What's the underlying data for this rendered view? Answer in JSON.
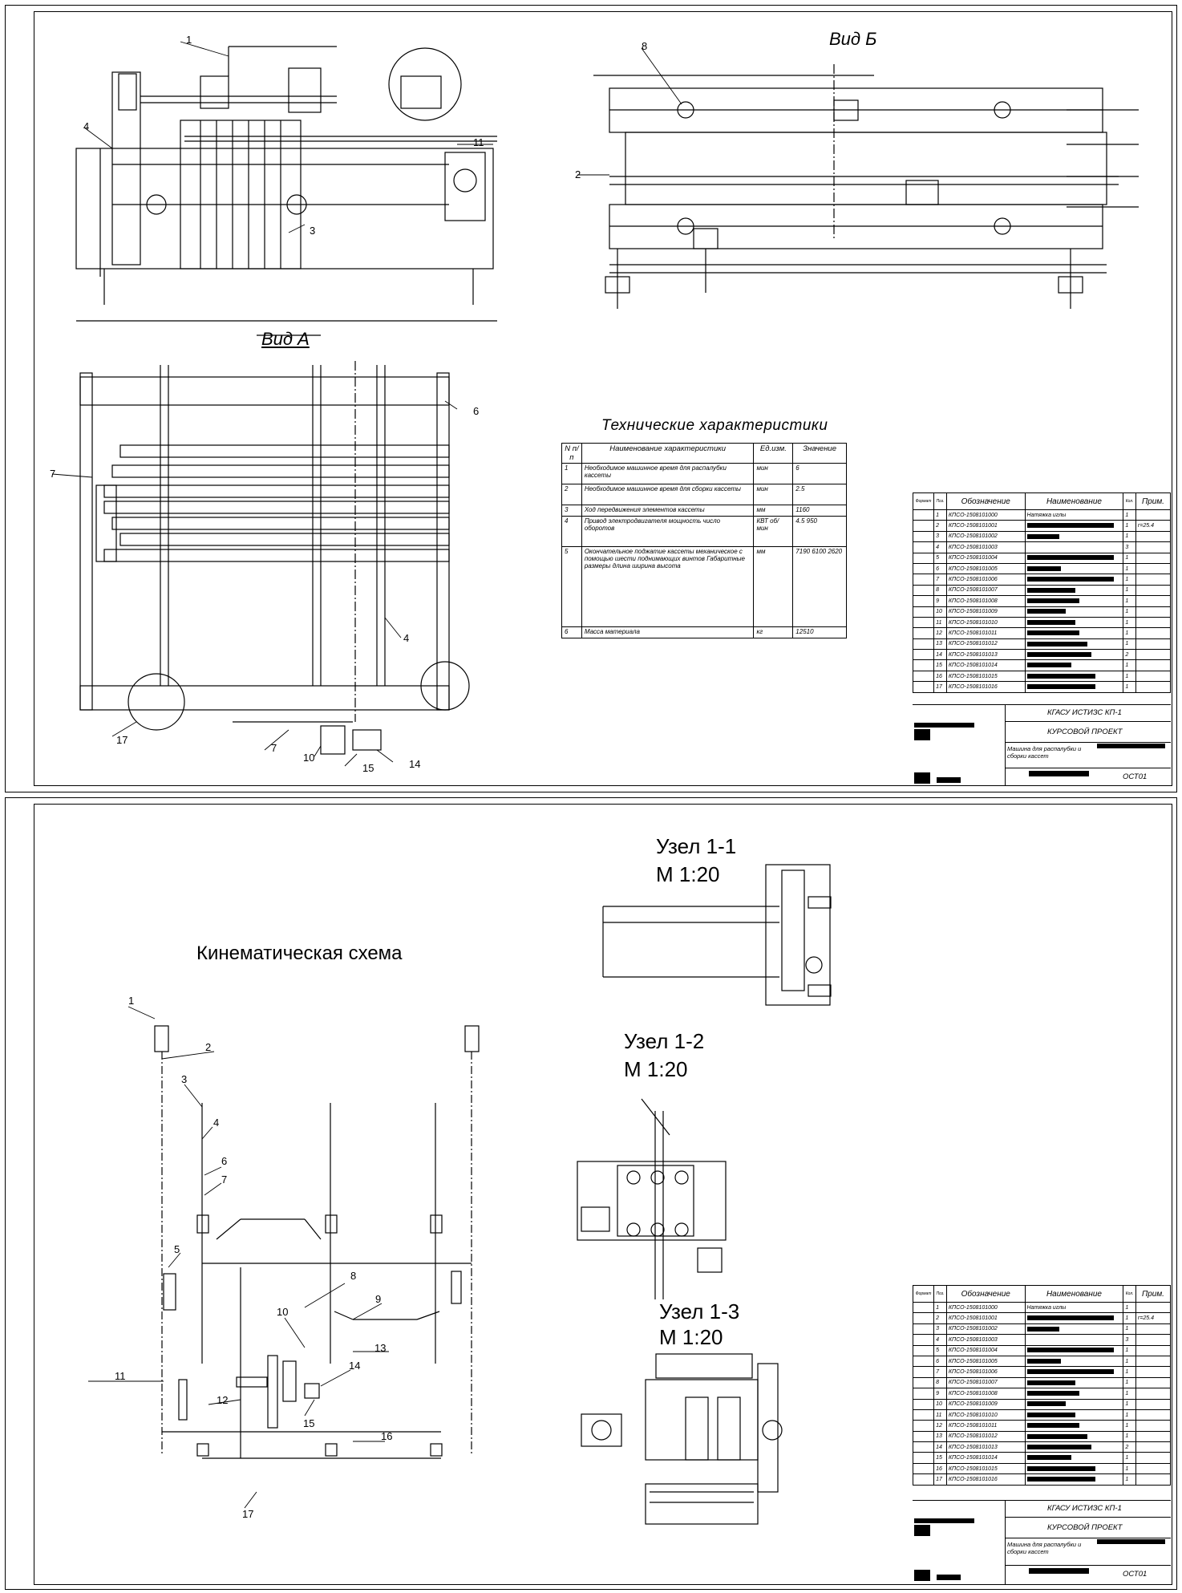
{
  "sheet1": {
    "view_a_title": "Вид А",
    "view_b_title": "Вид Б",
    "tech_title": "Технические характеристики",
    "tech_headers": [
      "N п/п",
      "Наименование характеристики",
      "Ед.изм.",
      "Значение"
    ],
    "tech_rows": [
      {
        "n": "1",
        "name": "Необходимое машинное время для распалубки кассеты",
        "unit": "мин",
        "value": "6"
      },
      {
        "n": "2",
        "name": "Необходимое машинное время для сборки кассеты",
        "unit": "мин",
        "value": "2.5"
      },
      {
        "n": "3",
        "name": "Ход передвижения элементов кассеты",
        "unit": "мм",
        "value": "1160"
      },
      {
        "n": "4",
        "name": "Привод электродвигателя мощность число оборотов",
        "unit": "КВТ об/мин",
        "value": "4.5 950"
      },
      {
        "n": "5",
        "name": "Окончательное поджатие кассеты механическое с помощью шести поднимающих винтов Габаритные размеры длина ширина высота",
        "unit": "мм",
        "value": "7190 6100 2620"
      },
      {
        "n": "6",
        "name": "Масса материала",
        "unit": "кг",
        "value": "12510"
      }
    ],
    "callouts": [
      "1",
      "4",
      "11",
      "3",
      "8",
      "2",
      "6",
      "7",
      "4",
      "17",
      "7",
      "10",
      "15",
      "14"
    ]
  },
  "sheet2": {
    "kinematic_title": "Кинематическая схема",
    "node1_title": "Узел 1-1",
    "node1_scale": "М 1:20",
    "node2_title": "Узел 1-2",
    "node2_scale": "М 1:20",
    "node3_title": "Узел 1-3",
    "node3_scale": "М 1:20",
    "callouts": [
      "1",
      "2",
      "3",
      "4",
      "6",
      "7",
      "5",
      "8",
      "9",
      "10",
      "13",
      "11",
      "12",
      "14",
      "15",
      "16",
      "17"
    ]
  },
  "spec": {
    "headers": {
      "format": "Формат",
      "pos": "Поз.",
      "designation": "Обозначение",
      "name": "Наименование",
      "qty": "Кол.",
      "note": "Прим."
    },
    "rows": [
      {
        "pos": "1",
        "designation": "КПСО-1508101000",
        "name": "Натяжка иглы",
        "qty": "1",
        "note": ""
      },
      {
        "pos": "2",
        "designation": "КПСО-1508101001",
        "name": "",
        "qty": "1",
        "note": "r=25.4"
      },
      {
        "pos": "3",
        "designation": "КПСО-1508101002",
        "name": "",
        "qty": "1",
        "note": ""
      },
      {
        "pos": "4",
        "designation": "КПСО-1508101003",
        "name": "",
        "qty": "3",
        "note": ""
      },
      {
        "pos": "5",
        "designation": "КПСО-1508101004",
        "name": "",
        "qty": "1",
        "note": ""
      },
      {
        "pos": "6",
        "designation": "КПСО-1508101005",
        "name": "",
        "qty": "1",
        "note": ""
      },
      {
        "pos": "7",
        "designation": "КПСО-1508101006",
        "name": "",
        "qty": "1",
        "note": ""
      },
      {
        "pos": "8",
        "designation": "КПСО-1508101007",
        "name": "",
        "qty": "1",
        "note": ""
      },
      {
        "pos": "9",
        "designation": "КПСО-1508101008",
        "name": "",
        "qty": "1",
        "note": ""
      },
      {
        "pos": "10",
        "designation": "КПСО-1508101009",
        "name": "",
        "qty": "1",
        "note": ""
      },
      {
        "pos": "11",
        "designation": "КПСО-1508101010",
        "name": "",
        "qty": "1",
        "note": ""
      },
      {
        "pos": "12",
        "designation": "КПСО-1508101011",
        "name": "",
        "qty": "1",
        "note": ""
      },
      {
        "pos": "13",
        "designation": "КПСО-1508101012",
        "name": "",
        "qty": "1",
        "note": ""
      },
      {
        "pos": "14",
        "designation": "КПСО-1508101013",
        "name": "",
        "qty": "2",
        "note": ""
      },
      {
        "pos": "15",
        "designation": "КПСО-1508101014",
        "name": "",
        "qty": "1",
        "note": ""
      },
      {
        "pos": "16",
        "designation": "КПСО-1508101015",
        "name": "",
        "qty": "1",
        "note": ""
      },
      {
        "pos": "17",
        "designation": "КПСО-1508101016",
        "name": "",
        "qty": "1",
        "note": ""
      }
    ]
  },
  "stamp": {
    "org": "КГАСУ ИСТИЗС КП-1",
    "project": "КУРСОВОЙ ПРОЕКТ",
    "title": "Машина для распалубки и сборки кассет",
    "code": "ОСТ01"
  }
}
